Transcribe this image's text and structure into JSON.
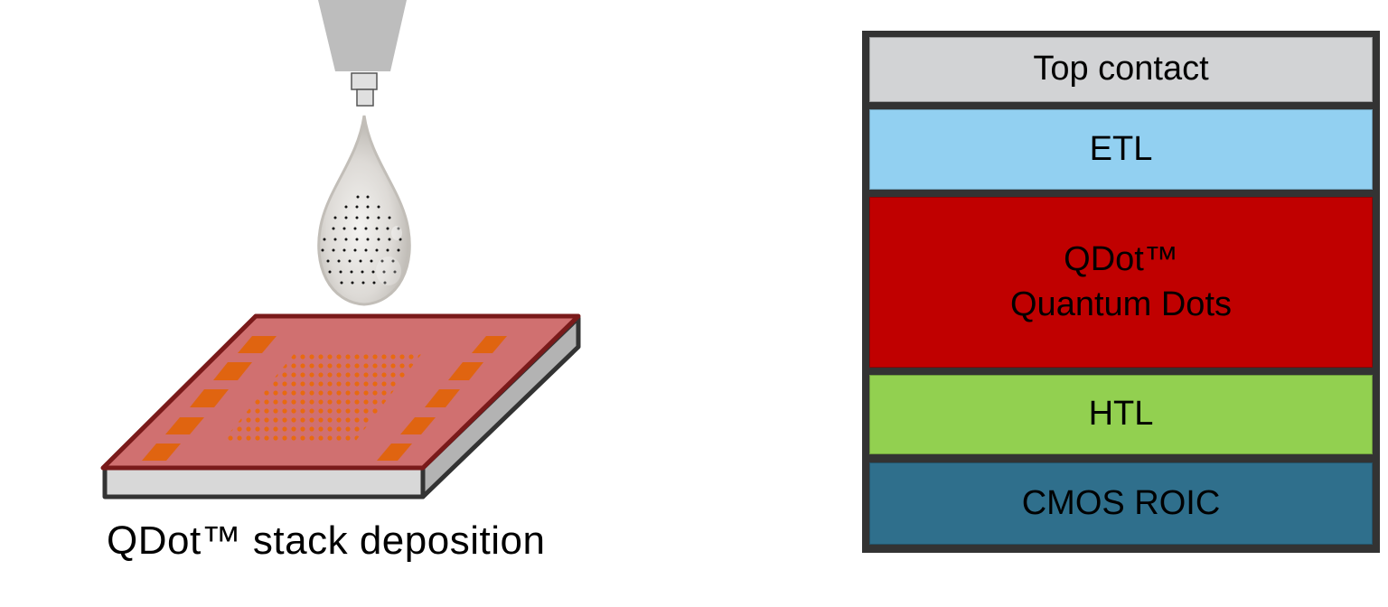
{
  "figure": {
    "left_panel": {
      "caption": "QDot™ stack deposition",
      "illustration": {
        "nozzle": "dispensing-nozzle-icon",
        "droplet": "quantum-dot-droplet-icon",
        "chip": "sensor-chip-icon"
      }
    },
    "stack": {
      "layers": [
        {
          "id": "top-contact",
          "lines": [
            "Top contact"
          ],
          "color": "#D2D3D5"
        },
        {
          "id": "etl",
          "lines": [
            "ETL"
          ],
          "color": "#92D0F1"
        },
        {
          "id": "qdot",
          "lines": [
            "QDot™",
            "Quantum Dots"
          ],
          "color": "#C00000"
        },
        {
          "id": "htl",
          "lines": [
            "HTL"
          ],
          "color": "#92D050"
        },
        {
          "id": "cmos-roic",
          "lines": [
            "CMOS ROIC"
          ],
          "color": "#2F6F8C"
        }
      ],
      "frame_color": "#333333"
    }
  }
}
